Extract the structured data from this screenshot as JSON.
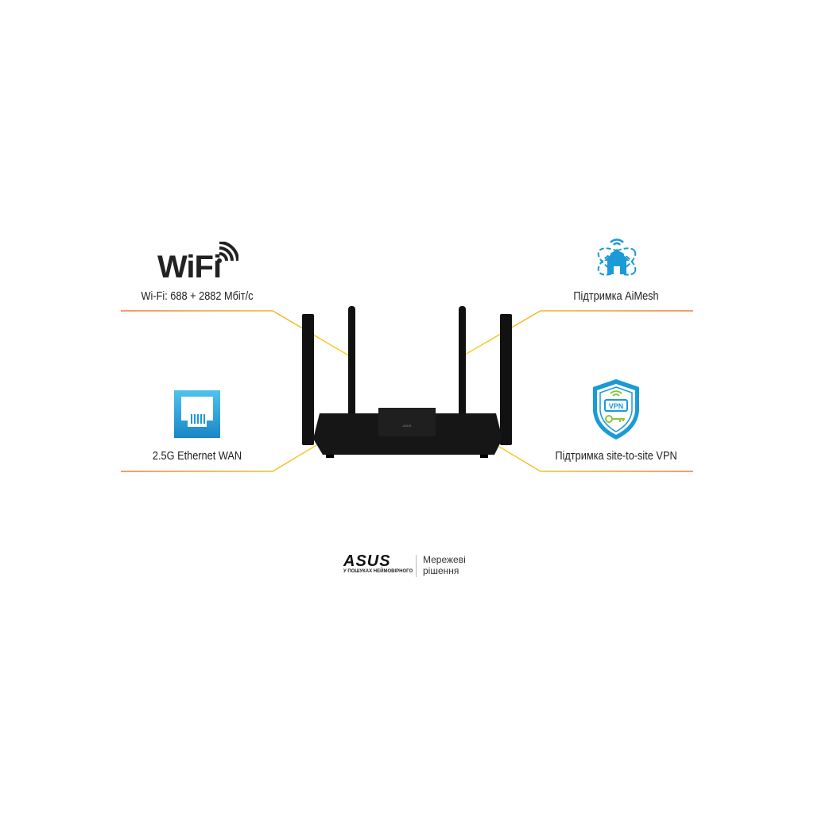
{
  "features": {
    "wifi": {
      "logo": "WiFi",
      "label": "Wi-Fi: 688 + 2882 Мбіт/с",
      "icon": "wifi-logo-icon"
    },
    "aimesh": {
      "label": "Підтримка AiMesh",
      "icon": "aimesh-house-icon"
    },
    "wan": {
      "label": "2.5G Ethernet WAN",
      "icon": "ethernet-port-icon"
    },
    "vpn": {
      "label": "Підтримка site-to-site VPN",
      "icon": "vpn-shield-icon",
      "badge": "VPN"
    }
  },
  "brand": {
    "logo": "ASUS",
    "tagline": "У ПОШУКАХ НЕЙМОВІРНОГО",
    "subtitle_line1": "Мережеві",
    "subtitle_line2": "рішення"
  },
  "colors": {
    "accent_blue": "#1a9ad6",
    "line_orange": "#f07a3a",
    "line_yellow": "#f5d21e",
    "router": "#151515"
  }
}
